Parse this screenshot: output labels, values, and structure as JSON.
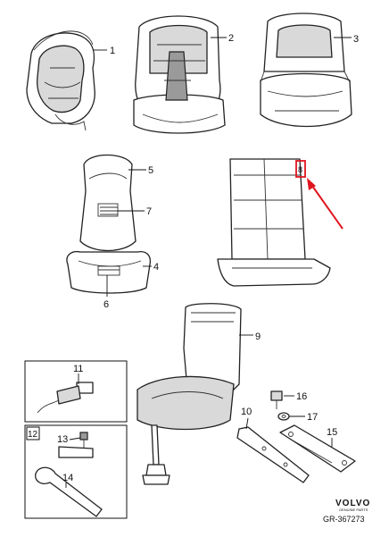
{
  "callouts": {
    "c1": "1",
    "c2": "2",
    "c3": "3",
    "c4": "4",
    "c5": "5",
    "c6": "6",
    "c7": "7",
    "c8": "8",
    "c9": "9",
    "c10": "10",
    "c11": "11",
    "c12": "12",
    "c13": "13",
    "c14": "14",
    "c15": "15",
    "c16": "16",
    "c17": "17"
  },
  "brand": {
    "name": "VOLVO",
    "tagline": "GENUINE PARTS"
  },
  "reference": "GR-367273",
  "colors": {
    "highlight": "#e0141e",
    "line": "#222222",
    "fill_grey": "#d9d9d9"
  }
}
